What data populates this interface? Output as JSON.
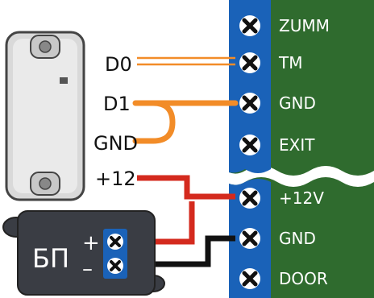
{
  "reader": {
    "wires": [
      {
        "label": "D0",
        "color": "#f28c28"
      },
      {
        "label": "D1",
        "color": "#f28c28"
      },
      {
        "label": "GND",
        "color": "#f28c28"
      },
      {
        "label": "+12",
        "color": "#d42a1e"
      }
    ]
  },
  "power_supply": {
    "label": "БП",
    "plus": "+",
    "minus": "–"
  },
  "controller": {
    "board_color": "#2f6b2e",
    "terminal_block_color": "#1a62b8",
    "terminals_top": [
      {
        "label": "ZUMM"
      },
      {
        "label": "TM"
      },
      {
        "label": "GND"
      },
      {
        "label": "EXIT"
      }
    ],
    "terminals_bottom": [
      {
        "label": "+12V"
      },
      {
        "label": "GND"
      },
      {
        "label": "DOOR"
      }
    ]
  },
  "colors": {
    "wire_signal": "#f28c28",
    "wire_power_pos": "#d42a1e",
    "wire_power_neg": "#111111",
    "reader_body": "#d9d9d9",
    "psu_body": "#3a3d44"
  }
}
